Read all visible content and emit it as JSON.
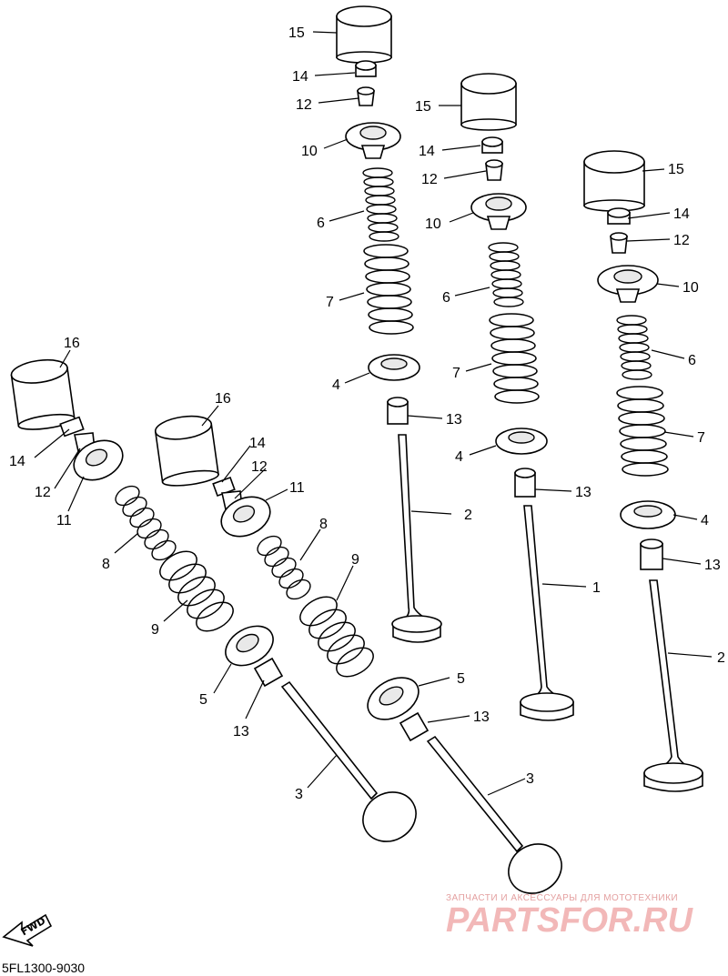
{
  "diagram_code": "5FL1300-9030",
  "fwd_label": "FWD",
  "watermark": {
    "line1": "ЗАПЧАСТИ И АКСЕССУАРЫ ДЛЯ МОТОТЕХНИКИ",
    "line2": "PARTSFOR.RU"
  },
  "callouts": {
    "a15": "15",
    "a14": "14",
    "a12": "12",
    "a10": "10",
    "a6": "6",
    "a7": "7",
    "a4": "4",
    "a13": "13",
    "a2": "2",
    "b15": "15",
    "b14": "14",
    "b12": "12",
    "b10": "10",
    "b6": "6",
    "b7": "7",
    "b4": "4",
    "b13": "13",
    "b1": "1",
    "c15": "15",
    "c14": "14",
    "c12": "12",
    "c10": "10",
    "c6": "6",
    "c7": "7",
    "c4": "4",
    "c13": "13",
    "c2": "2",
    "d16": "16",
    "d14": "14",
    "d12": "12",
    "d11": "11",
    "d8": "8",
    "d9": "9",
    "d5": "5",
    "d13": "13",
    "d3": "3",
    "e16": "16",
    "e14": "14",
    "e12": "12",
    "e11": "11",
    "e8": "8",
    "e9": "9",
    "e5": "5",
    "e13": "13",
    "e3": "3"
  }
}
